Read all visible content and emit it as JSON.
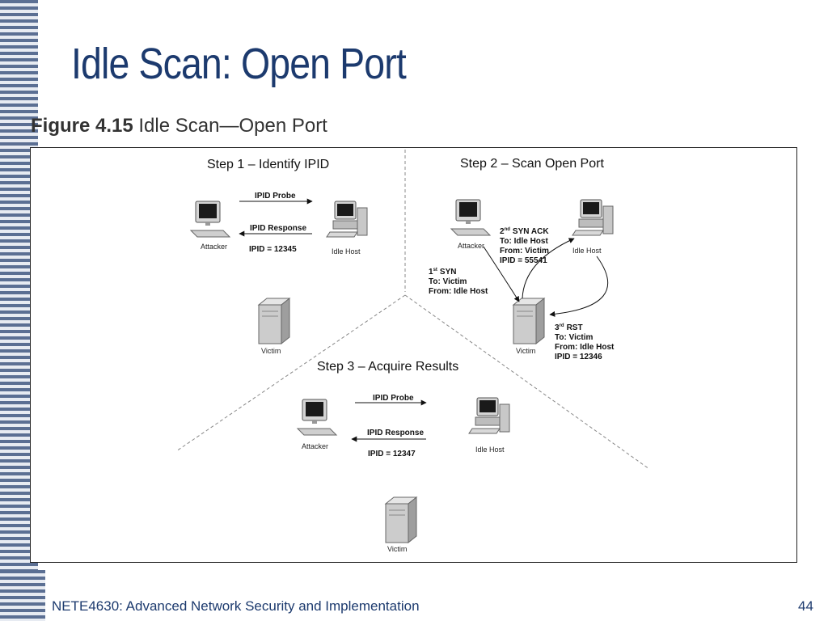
{
  "slide": {
    "title": "Idle Scan: Open Port",
    "footer": "NETE4630: Advanced Network Security and Implementation",
    "page_number": "44"
  },
  "figure": {
    "caption_number": "Figure 4.15",
    "caption_text": "Idle Scan—Open Port",
    "step1": {
      "title": "Step 1 – Identify IPID",
      "probe": "IPID Probe",
      "response": "IPID Response",
      "ipid": "IPID = 12345",
      "attacker": "Attacker",
      "idle_host": "Idle Host",
      "victim": "Victim"
    },
    "step2": {
      "title": "Step 2 – Scan Open Port",
      "attacker": "Attacker",
      "idle_host": "Idle Host",
      "victim": "Victim",
      "syn": {
        "num": "1",
        "sup": "st",
        "label": "SYN",
        "to": "To: Victim",
        "from": "From: Idle Host"
      },
      "synack": {
        "num": "2",
        "sup": "nd",
        "label": "SYN ACK",
        "to": "To: Idle Host",
        "from": "From: Victim",
        "ipid": "IPID = 55541"
      },
      "rst": {
        "num": "3",
        "sup": "rd",
        "label": "RST",
        "to": "To: Victim",
        "from": "From: Idle Host",
        "ipid": "IPID = 12346"
      }
    },
    "step3": {
      "title": "Step 3 – Acquire Results",
      "probe": "IPID Probe",
      "response": "IPID Response",
      "ipid": "IPID = 12347",
      "attacker": "Attacker",
      "idle_host": "Idle Host",
      "victim": "Victim"
    }
  }
}
